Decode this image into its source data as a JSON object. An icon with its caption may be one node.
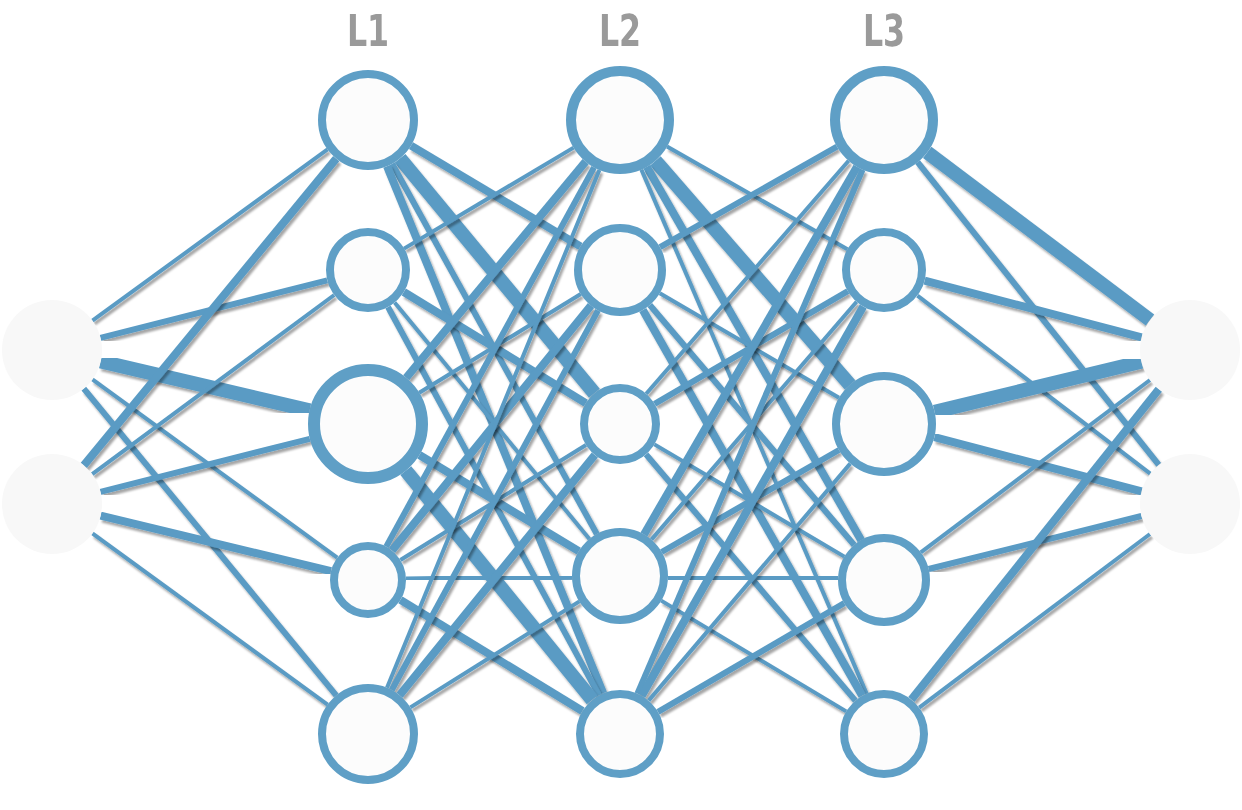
{
  "diagram": {
    "nodes": [
      {
        "text": [],
        "shape": "circle"
      },
      {
        "text": [],
        "shape": "circle"
      },
      {
        "text": [],
        "shape": "circle"
      },
      {
        "text": [],
        "shape": "circle"
      },
      {
        "text": [],
        "shape": "circle"
      },
      {
        "text": [],
        "shape": "circle"
      },
      {
        "text": [],
        "shape": "circle"
      },
      {
        "text": [],
        "shape": "circle"
      },
      {
        "text": [],
        "shape": "circle"
      },
      {
        "text": [],
        "shape": "circle"
      },
      {
        "text": [],
        "shape": "circle"
      },
      {
        "text": [],
        "shape": "circle"
      },
      {
        "text": [],
        "shape": "circle"
      },
      {
        "text": [],
        "shape": "circle"
      },
      {
        "text": [],
        "shape": "circle"
      },
      {
        "text": [],
        "shape": "circle"
      },
      {
        "text": [],
        "shape": "circle"
      },
      {
        "text": [],
        "shape": "circle"
      },
      {
        "text": [],
        "shape": "circle"
      }
    ],
    "edges": [
      {
        "from": 0,
        "to": 2,
        "arrow": "none"
      },
      {
        "from": 0,
        "to": 3,
        "arrow": "none"
      },
      {
        "from": 0,
        "to": 4,
        "arrow": "none",
        "style": "thick"
      },
      {
        "from": 0,
        "to": 5,
        "arrow": "none"
      },
      {
        "from": 0,
        "to": 6,
        "arrow": "none"
      },
      {
        "from": 1,
        "to": 2,
        "arrow": "none"
      },
      {
        "from": 1,
        "to": 3,
        "arrow": "none"
      },
      {
        "from": 1,
        "to": 4,
        "arrow": "none"
      },
      {
        "from": 1,
        "to": 5,
        "arrow": "none"
      },
      {
        "from": 1,
        "to": 6,
        "arrow": "none"
      },
      {
        "from": 2,
        "to": 7,
        "arrow": "none",
        "style": "thick"
      },
      {
        "from": 2,
        "to": 8,
        "arrow": "none"
      },
      {
        "from": 2,
        "to": 9,
        "arrow": "none",
        "style": "thick"
      },
      {
        "from": 2,
        "to": 10,
        "arrow": "none"
      },
      {
        "from": 2,
        "to": 11,
        "arrow": "none"
      },
      {
        "from": 3,
        "to": 7,
        "arrow": "none"
      },
      {
        "from": 3,
        "to": 8,
        "arrow": "none"
      },
      {
        "from": 3,
        "to": 9,
        "arrow": "none"
      },
      {
        "from": 3,
        "to": 10,
        "arrow": "none"
      },
      {
        "from": 3,
        "to": 11,
        "arrow": "none"
      },
      {
        "from": 4,
        "to": 7,
        "arrow": "none"
      },
      {
        "from": 4,
        "to": 8,
        "arrow": "none"
      },
      {
        "from": 4,
        "to": 9,
        "arrow": "none"
      },
      {
        "from": 4,
        "to": 10,
        "arrow": "none"
      },
      {
        "from": 4,
        "to": 11,
        "arrow": "none",
        "style": "thick"
      },
      {
        "from": 5,
        "to": 7,
        "arrow": "none"
      },
      {
        "from": 5,
        "to": 8,
        "arrow": "none"
      },
      {
        "from": 5,
        "to": 9,
        "arrow": "none"
      },
      {
        "from": 5,
        "to": 10,
        "arrow": "none"
      },
      {
        "from": 5,
        "to": 11,
        "arrow": "none"
      },
      {
        "from": 6,
        "to": 7,
        "arrow": "none"
      },
      {
        "from": 6,
        "to": 8,
        "arrow": "none"
      },
      {
        "from": 6,
        "to": 9,
        "arrow": "none"
      },
      {
        "from": 6,
        "to": 10,
        "arrow": "none"
      },
      {
        "from": 6,
        "to": 11,
        "arrow": "none",
        "style": "thick"
      },
      {
        "from": 7,
        "to": 12,
        "arrow": "none",
        "style": "thick"
      },
      {
        "from": 7,
        "to": 13,
        "arrow": "none"
      },
      {
        "from": 7,
        "to": 14,
        "arrow": "none",
        "style": "thick"
      },
      {
        "from": 7,
        "to": 15,
        "arrow": "none"
      },
      {
        "from": 7,
        "to": 16,
        "arrow": "none"
      },
      {
        "from": 8,
        "to": 12,
        "arrow": "none"
      },
      {
        "from": 8,
        "to": 13,
        "arrow": "none"
      },
      {
        "from": 8,
        "to": 14,
        "arrow": "none"
      },
      {
        "from": 8,
        "to": 15,
        "arrow": "none"
      },
      {
        "from": 8,
        "to": 16,
        "arrow": "none"
      },
      {
        "from": 9,
        "to": 12,
        "arrow": "none"
      },
      {
        "from": 9,
        "to": 13,
        "arrow": "none"
      },
      {
        "from": 9,
        "to": 14,
        "arrow": "none"
      },
      {
        "from": 9,
        "to": 15,
        "arrow": "none"
      },
      {
        "from": 9,
        "to": 16,
        "arrow": "none"
      },
      {
        "from": 10,
        "to": 12,
        "arrow": "none"
      },
      {
        "from": 10,
        "to": 13,
        "arrow": "none"
      },
      {
        "from": 10,
        "to": 14,
        "arrow": "none"
      },
      {
        "from": 10,
        "to": 15,
        "arrow": "none"
      },
      {
        "from": 10,
        "to": 16,
        "arrow": "none"
      },
      {
        "from": 11,
        "to": 12,
        "arrow": "none"
      },
      {
        "from": 11,
        "to": 13,
        "arrow": "none"
      },
      {
        "from": 11,
        "to": 14,
        "arrow": "none"
      },
      {
        "from": 11,
        "to": 15,
        "arrow": "none"
      },
      {
        "from": 11,
        "to": 16,
        "arrow": "none",
        "style": "thick"
      },
      {
        "from": 12,
        "to": 17,
        "arrow": "none",
        "style": "thick"
      },
      {
        "from": 12,
        "to": 18,
        "arrow": "none"
      },
      {
        "from": 13,
        "to": 17,
        "arrow": "none"
      },
      {
        "from": 13,
        "to": 18,
        "arrow": "none"
      },
      {
        "from": 14,
        "to": 17,
        "arrow": "none",
        "style": "thick"
      },
      {
        "from": 14,
        "to": 18,
        "arrow": "none"
      },
      {
        "from": 15,
        "to": 17,
        "arrow": "none"
      },
      {
        "from": 15,
        "to": 18,
        "arrow": "none"
      },
      {
        "from": 16,
        "to": 17,
        "arrow": "none"
      },
      {
        "from": 16,
        "to": 18,
        "arrow": "none"
      }
    ],
    "labels": [
      "L1",
      "L2",
      "L3"
    ]
  }
}
